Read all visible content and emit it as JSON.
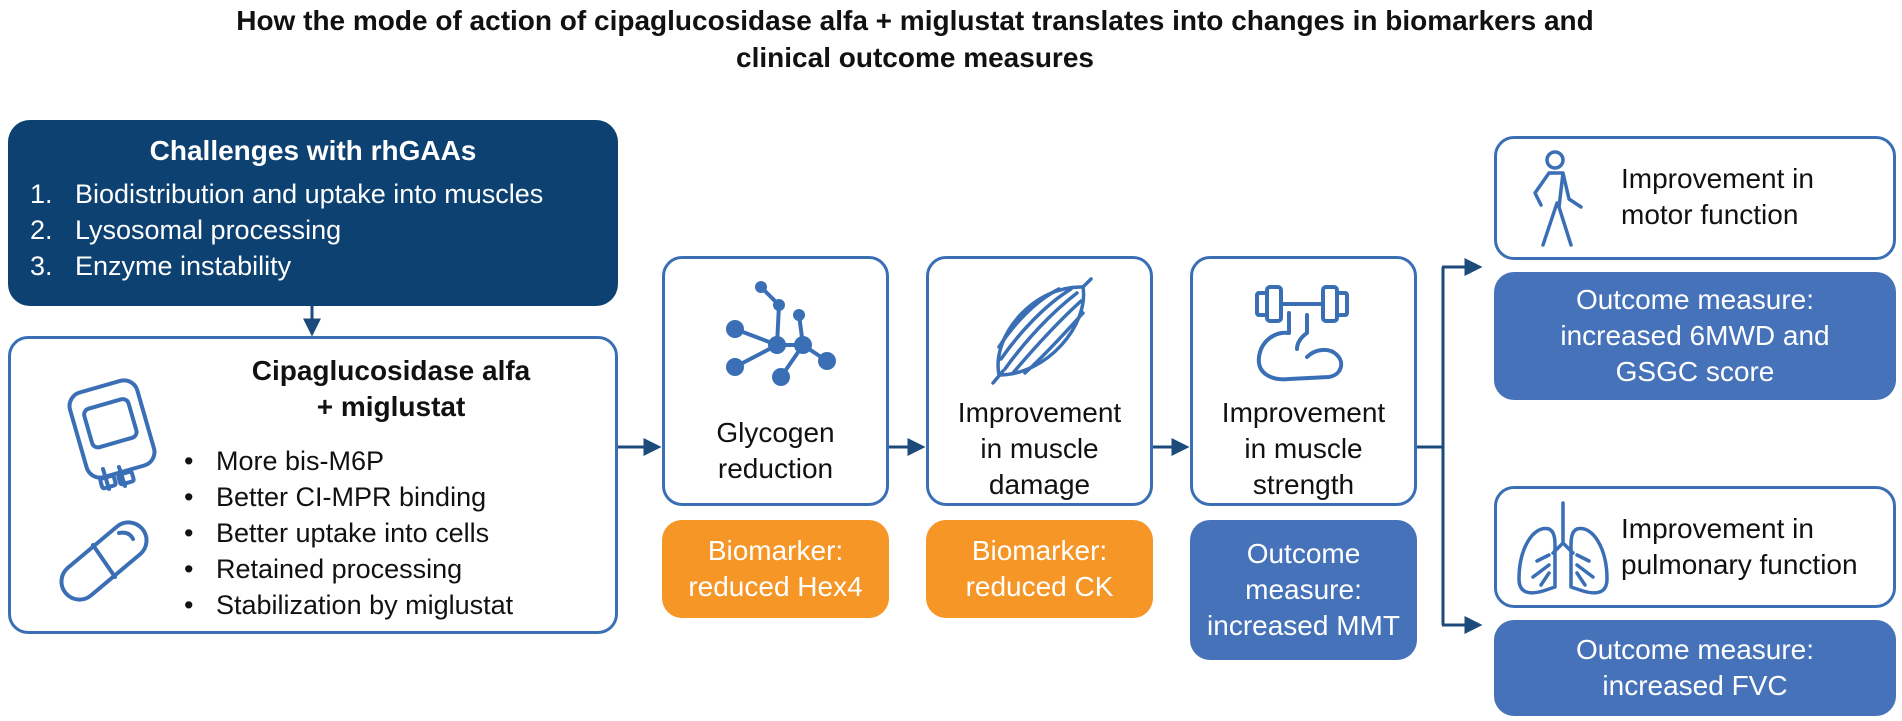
{
  "title": {
    "line1": "How the mode of action of cipaglucosidase alfa + miglustat translates into changes in biomarkers and",
    "line2": "clinical outcome measures"
  },
  "challenges": {
    "heading": "Challenges with rhGAAs",
    "items": [
      {
        "num": "1.",
        "text": "Biodistribution and uptake into muscles"
      },
      {
        "num": "2.",
        "text": "Lysosomal processing"
      },
      {
        "num": "3.",
        "text": "Enzyme instability"
      }
    ]
  },
  "treatment": {
    "heading_line1": "Cipaglucosidase alfa",
    "heading_line2": "+ miglustat",
    "bullets": [
      "More bis-M6P",
      "Better CI-MPR binding",
      "Better uptake into cells",
      "Retained processing",
      "Stabilization by miglustat"
    ],
    "icons": [
      "iv-bag-icon",
      "capsule-icon"
    ]
  },
  "steps": [
    {
      "icon": "molecule-icon",
      "lines": [
        "Glycogen",
        "reduction"
      ],
      "tag_lines": [
        "Biomarker:",
        "reduced Hex4"
      ],
      "tag_type": "biomarker"
    },
    {
      "icon": "muscle-icon",
      "lines": [
        "Improvement",
        "in muscle",
        "damage"
      ],
      "tag_lines": [
        "Biomarker:",
        "reduced CK"
      ],
      "tag_type": "biomarker"
    },
    {
      "icon": "strength-arm-icon",
      "lines": [
        "Improvement",
        "in muscle",
        "strength"
      ],
      "tag_lines": [
        "Outcome",
        "measure:",
        "increased MMT"
      ],
      "tag_type": "outcome"
    }
  ],
  "results": [
    {
      "icon": "walking-person-icon",
      "lines": [
        "Improvement in",
        "motor function"
      ],
      "outcome_lines": [
        "Outcome measure:",
        "increased 6MWD and",
        "GSGC score"
      ]
    },
    {
      "icon": "lungs-icon",
      "lines": [
        "Improvement in",
        "pulmonary function"
      ],
      "outcome_lines": [
        "Outcome measure:",
        "increased FVC"
      ]
    }
  ],
  "colors": {
    "dark_navy": "#0d4171",
    "outline_blue": "#3a6fb5",
    "biomarker_orange": "#f59626",
    "outcome_blue": "#4672b9",
    "arrow": "#1c4a7a"
  }
}
